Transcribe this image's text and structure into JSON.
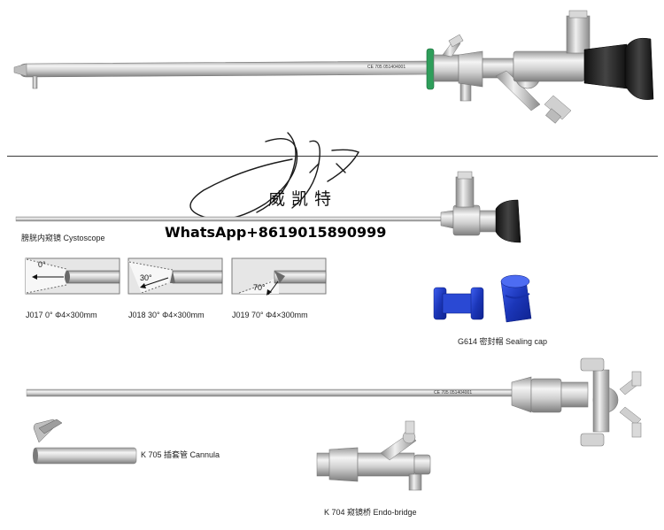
{
  "watermark": {
    "chinese": "威凯特",
    "whatsapp": "WhatsApp+8619015890999"
  },
  "products": {
    "cystoscope": {
      "caption": "膀胱内窥镜 Cystoscope",
      "engraving": "CE 705   051404001"
    },
    "telescopes": [
      {
        "caption": "J017 0° Φ4×300mm",
        "angle_label": "0°"
      },
      {
        "caption": "J018 30° Φ4×300mm",
        "angle_label": "30°"
      },
      {
        "caption": "J019 70° Φ4×300mm",
        "angle_label": "70°"
      }
    ],
    "sealing_cap": {
      "caption": "G614 密封帽 Sealing cap"
    },
    "cannula": {
      "caption": "K 705 插套管 Cannula",
      "engraving": "CE 705   051404001"
    },
    "endo_bridge": {
      "caption": "K 704 窥镜桥 Endo-bridge"
    }
  },
  "colors": {
    "steel_light": "#e8e8e8",
    "steel_dark": "#8c8c8c",
    "eyepiece_black": "#1a1a1a",
    "green_seal": "#2e9e5a",
    "sealing_cap_blue": "#1f3fc4"
  }
}
